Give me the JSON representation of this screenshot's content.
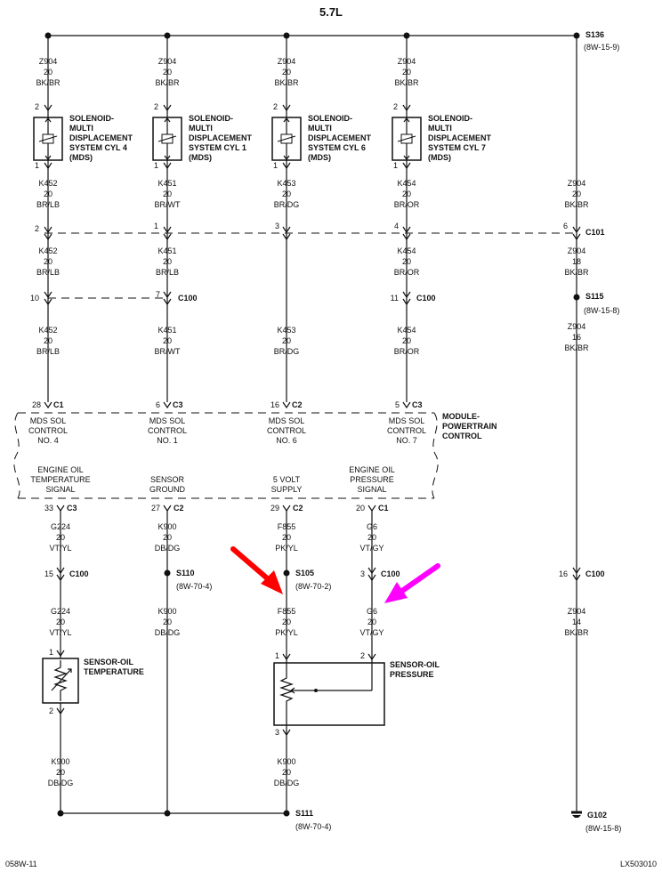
{
  "title": "5.7L",
  "footer": {
    "left": "058W-11",
    "right": "LX503010"
  },
  "splices": {
    "s136": {
      "id": "S136",
      "ref": "(8W-15-9)"
    },
    "s115": {
      "id": "S115",
      "ref": "(8W-15-8)"
    },
    "s110": {
      "id": "S110",
      "ref": "(8W-70-4)"
    },
    "s105": {
      "id": "S105",
      "ref": "(8W-70-2)"
    },
    "s111": {
      "id": "S111",
      "ref": "(8W-70-4)"
    },
    "g102": {
      "id": "G102",
      "ref": "(8W-15-8)"
    }
  },
  "connectors": {
    "c101": "C101",
    "c100": "C100",
    "c1": "C1",
    "c2": "C2",
    "c3": "C3"
  },
  "solenoid_label": [
    "SOLENOID-",
    "MULTI",
    "DISPLACEMENT"
  ],
  "solenoids": [
    {
      "cyl": "SYSTEM CYL 4",
      "mds": "(MDS)"
    },
    {
      "cyl": "SYSTEM CYL 1",
      "mds": "(MDS)"
    },
    {
      "cyl": "SYSTEM CYL 6",
      "mds": "(MDS)"
    },
    {
      "cyl": "SYSTEM CYL 7",
      "mds": "(MDS)"
    }
  ],
  "wire_top": {
    "circuit": "Z904",
    "gauge": "20",
    "color": "BK/BR"
  },
  "wires": {
    "k452": {
      "circuit": "K452",
      "gauge": "20",
      "color": "BR/LB"
    },
    "k451a": {
      "circuit": "K451",
      "gauge": "20",
      "color": "BR/WT"
    },
    "k451b": {
      "circuit": "K451",
      "gauge": "20",
      "color": "BR/LB"
    },
    "k453": {
      "circuit": "K453",
      "gauge": "20",
      "color": "BR/DG"
    },
    "k454": {
      "circuit": "K454",
      "gauge": "20",
      "color": "BR/OR"
    },
    "z904a": {
      "circuit": "Z904",
      "gauge": "20",
      "color": "BK/BR"
    },
    "z904b": {
      "circuit": "Z904",
      "gauge": "18",
      "color": "BK/BR"
    },
    "z904c": {
      "circuit": "Z904",
      "gauge": "16",
      "color": "BK/BR"
    },
    "z904d": {
      "circuit": "Z904",
      "gauge": "14",
      "color": "BK/BR"
    },
    "g224": {
      "circuit": "G224",
      "gauge": "20",
      "color": "VT/YL"
    },
    "k900": {
      "circuit": "K900",
      "gauge": "20",
      "color": "DB/DG"
    },
    "f855": {
      "circuit": "F855",
      "gauge": "20",
      "color": "PK/YL"
    },
    "g6": {
      "circuit": "G6",
      "gauge": "20",
      "color": "VT/GY"
    }
  },
  "pins": {
    "sol_top": "2",
    "sol_bot": "1",
    "c101": [
      "2",
      "1",
      "3",
      "4",
      "6"
    ],
    "c100_upper": [
      "10",
      "7",
      "11"
    ],
    "pcm_top": [
      "28",
      "6",
      "16",
      "5"
    ],
    "pcm_bot": [
      "33",
      "27",
      "29",
      "20"
    ],
    "c100_lower": [
      "15",
      "3",
      "16"
    ],
    "sensor_temp": [
      "1",
      "2"
    ],
    "sensor_press": [
      "1",
      "2",
      "3"
    ]
  },
  "pcm": {
    "label": [
      "MODULE-",
      "POWERTRAIN",
      "CONTROL"
    ],
    "mds_outputs": [
      [
        "MDS SOL",
        "CONTROL",
        "NO. 4"
      ],
      [
        "MDS SOL",
        "CONTROL",
        "NO. 1"
      ],
      [
        "MDS SOL",
        "CONTROL",
        "NO. 6"
      ],
      [
        "MDS SOL",
        "CONTROL",
        "NO. 7"
      ]
    ],
    "sensor_inputs": [
      [
        "ENGINE OIL",
        "TEMPERATURE",
        "SIGNAL"
      ],
      [
        "SENSOR",
        "GROUND"
      ],
      [
        "5 VOLT",
        "SUPPLY"
      ],
      [
        "ENGINE OIL",
        "PRESSURE",
        "SIGNAL"
      ]
    ]
  },
  "sensors": {
    "temp": [
      "SENSOR-OIL",
      "TEMPERATURE"
    ],
    "press": [
      "SENSOR-OIL",
      "PRESSURE"
    ]
  },
  "colors": {
    "line": "#111111",
    "arrow_red": "#ff0000",
    "arrow_magenta": "#ff00ff"
  }
}
